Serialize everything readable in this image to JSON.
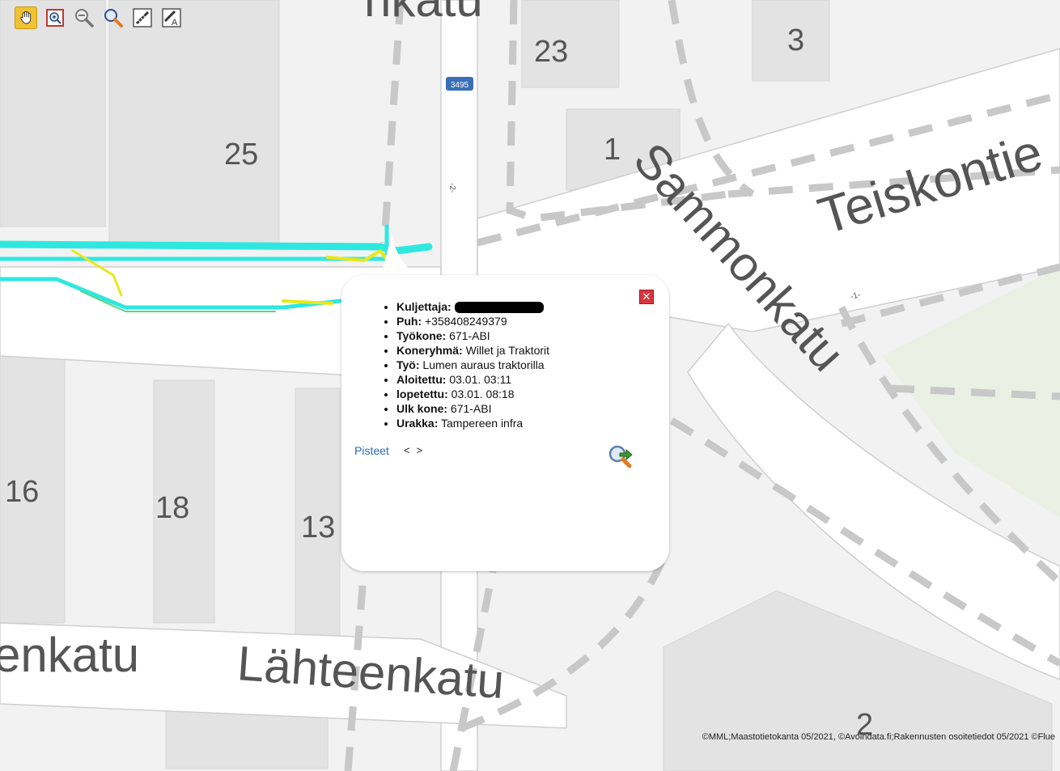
{
  "toolbar": {
    "tools": [
      "pan-hand-icon",
      "zoom-box-icon",
      "zoom-out-icon",
      "zoom-in-icon",
      "measure-distance-icon",
      "measure-area-icon"
    ],
    "active_tool": "pan-hand-icon"
  },
  "map": {
    "street_labels": {
      "teiskontie": "Teiskontie",
      "sammonkatu": "Sammonkatu",
      "lahteenkatu": "Lähteenkatu",
      "enkatu": "enkatu",
      "top_fragment": "nkatu"
    },
    "house_numbers": {
      "n23": "23",
      "n3": "3",
      "n25": "25",
      "n1": "1",
      "n16": "16",
      "n18": "18",
      "n13": "13",
      "n2": "2"
    },
    "road_badge": "3495",
    "small_labels": {
      "minus2": "-2-",
      "minus1": "-1-"
    },
    "colors": {
      "track_cyan": "#2ee8e0",
      "track_yellow": "#e8e81a",
      "track_green": "#5fd38a",
      "building": "#e3e3e3",
      "background": "#f2f2f2",
      "park": "#eaf0e3",
      "road": "#ffffff"
    }
  },
  "popup": {
    "fields": [
      {
        "label": "Kuljettaja:",
        "value": "",
        "redacted": true
      },
      {
        "label": "Puh:",
        "value": "+358408249379"
      },
      {
        "label": "Työkone:",
        "value": "671-ABI"
      },
      {
        "label": "Koneryhmä:",
        "value": "Willet ja Traktorit"
      },
      {
        "label": "Työ:",
        "value": "Lumen auraus traktorilla"
      },
      {
        "label": "Aloitettu:",
        "value": "03.01. 03:11"
      },
      {
        "label": "lopetettu:",
        "value": "03.01. 08:18"
      },
      {
        "label": "Ulk kone:",
        "value": "671-ABI"
      },
      {
        "label": "Urakka:",
        "value": "Tampereen infra"
      }
    ],
    "close_label": "✕",
    "pisteet_label": "Pisteet",
    "prev_label": "<",
    "next_label": ">"
  },
  "attribution": "©MML;Maastotietokanta 05/2021, ©Avoindata.fi;Rakennusten osoitetiedot 05/2021 ©Flue"
}
